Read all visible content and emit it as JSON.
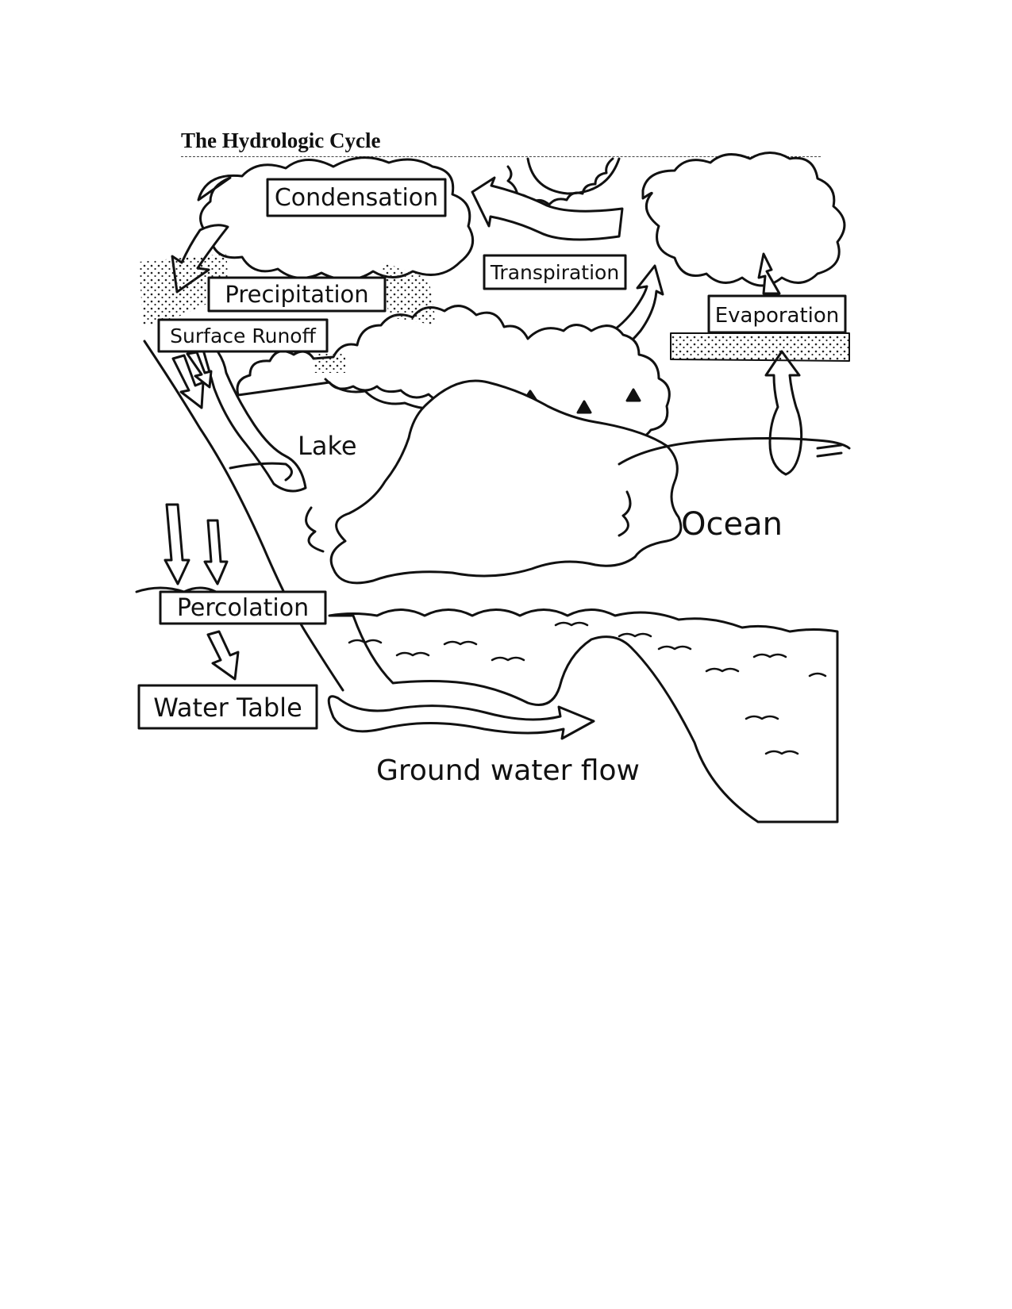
{
  "title": "The Hydrologic Cycle",
  "labels": {
    "condensation": "Condensation",
    "transpiration": "Transpiration",
    "precipitation": "Precipitation",
    "evaporation": "Evaporation",
    "surface_runoff": "Surface Runoff",
    "lake": "Lake",
    "ocean": "Ocean",
    "percolation": "Percolation",
    "water_table": "Water Table",
    "ground_water_flow": "Ground water flow"
  }
}
